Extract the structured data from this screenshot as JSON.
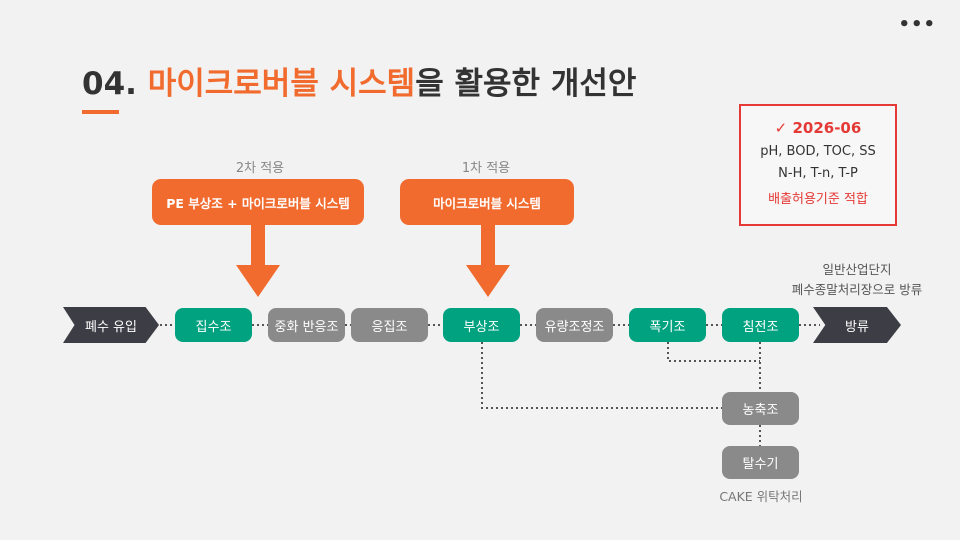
{
  "menu": {
    "label": "•••"
  },
  "title": {
    "number": "04.",
    "highlight": "마이크로버블 시스템",
    "rest": "을 활용한 개선안"
  },
  "note": {
    "date": "✓ 2026-06",
    "line1": "pH, BOD, TOC, SS",
    "line2": "N-H, T-n, T-P",
    "line3": "배출허용기준 적합"
  },
  "phases": {
    "second": {
      "label": "2차 적용",
      "box": "PE 부상조 + 마이크로버블 시스템"
    },
    "first": {
      "label": "1차 적용",
      "box": "마이크로버블 시스템"
    }
  },
  "discharge_note": {
    "line1": "일반산업단지",
    "line2": "폐수종말처리장으로 방류"
  },
  "flow": {
    "inflow": "폐수 유입",
    "collection": "집수조",
    "neutralization": "중화 반응조",
    "coagulation": "응집조",
    "flotation": "부상조",
    "equalization": "유량조정조",
    "aeration": "폭기조",
    "sedimentation": "침전조",
    "outflow": "방류",
    "thickener": "농축조",
    "dewatering": "탈수기",
    "cake": "CAKE 위탁처리"
  },
  "colors": {
    "accent": "#f26b2e",
    "green": "#00a27f",
    "gray": "#8a8a8a",
    "dark": "#3d3d45",
    "red": "#e53935"
  }
}
